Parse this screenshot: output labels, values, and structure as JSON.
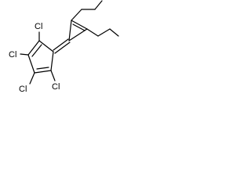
{
  "molecule": {
    "atoms": {
      "cl_top": "Cl",
      "cl_upper_left": "Cl",
      "cl_lower_left": "Cl",
      "cl_right": "Cl"
    },
    "colors": {
      "ink": "#000000",
      "background": "#ffffff"
    }
  }
}
